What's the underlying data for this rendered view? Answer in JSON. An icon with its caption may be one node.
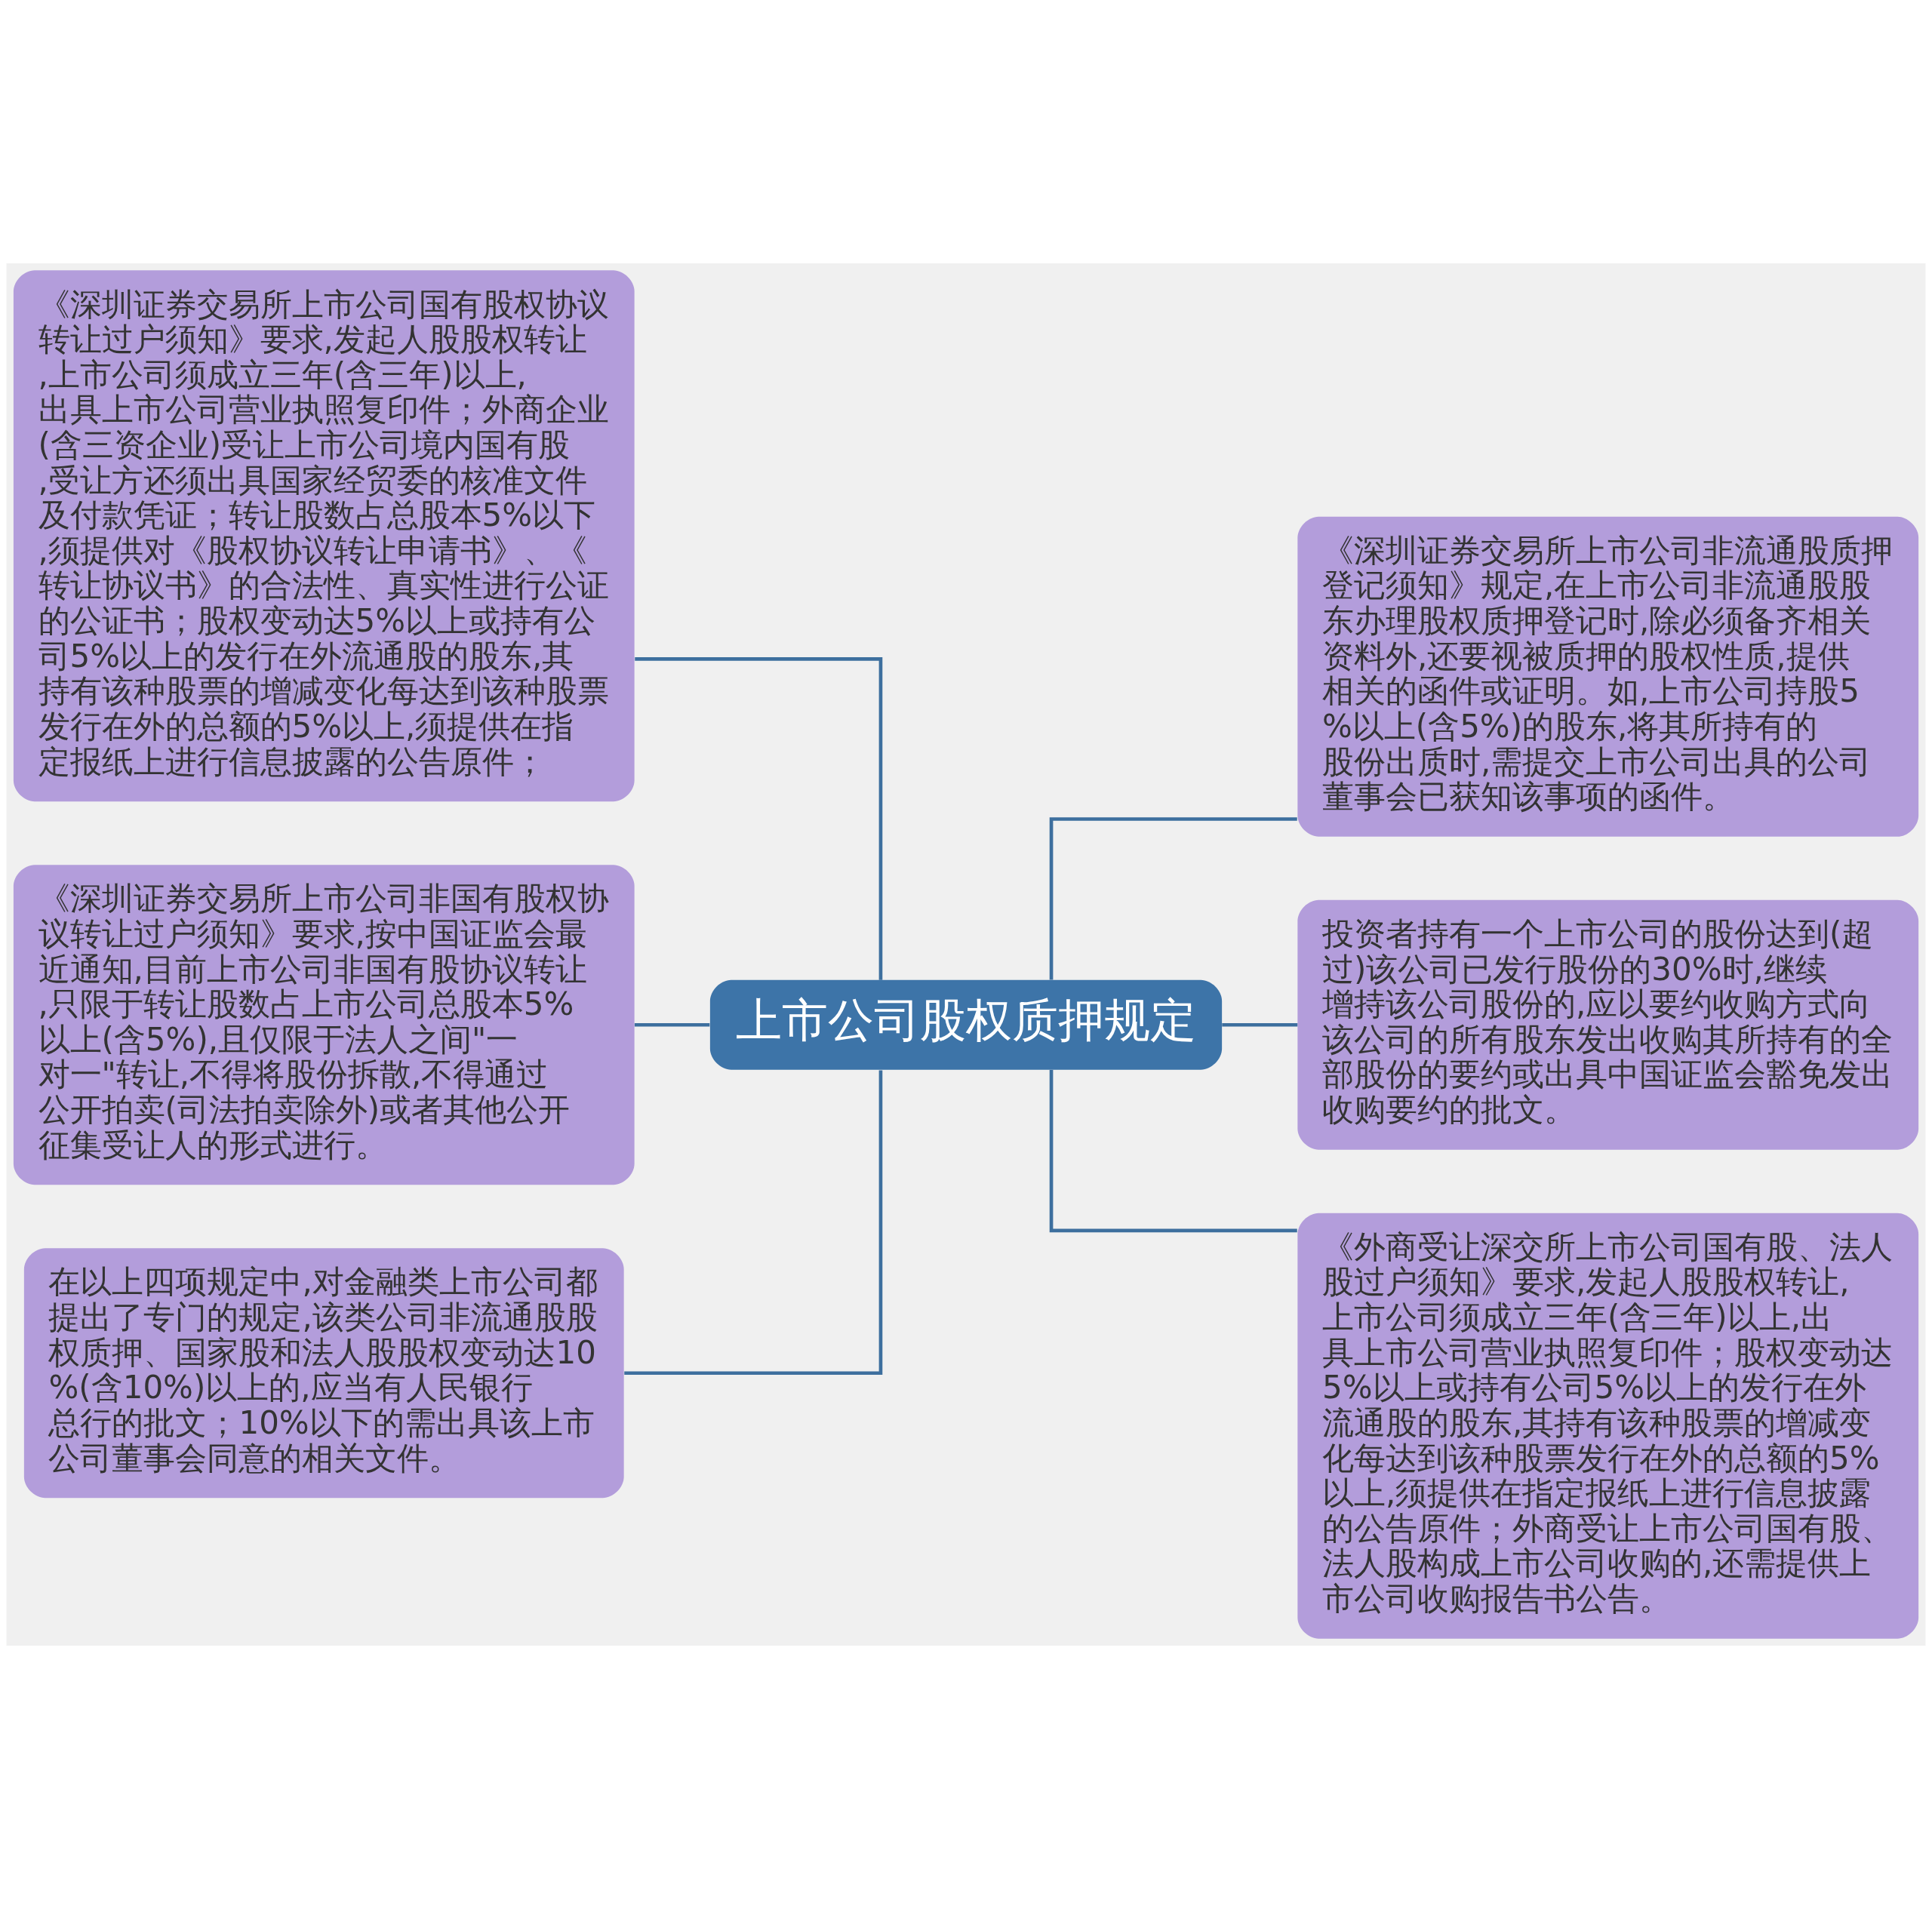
{
  "diagram": {
    "nodes": [
      {
        "text": [
          "上市公司股权质押规定"
        ]
      },
      {
        "text": [
          "《深圳证券交易所上市公司国有股权协议转让过户须知》要求,发起人股股权转让,上市公司须成立三年(含三年)以上,出具上市公司营业执照复印件；外商企业(含三资企业)受让上市公司境内国有股,受让方还须出具国家经贸委的核准文件及付款凭证；转让股数占总股本5%以下,须提供对《股权协议转让申请书》、《转让协议书》的合法性、真实性进行公证的公证书；股权变动达5%以上或持有公司5%以上的发行在外流通股的股东,其持有该种股票的增减变化每达到该种股票发行在外的总额的5%以上,须提供在指定报纸上进行信息披露的公告原件；"
        ]
      },
      {
        "text": [
          "《深圳证券交易所上市公司非国有股权协议转让过户须知》要求,按中国证监会最近通知,目前上市公司非国有股协议转让,只限于转让股数占上市公司总股本5%以上(含5%),且仅限于法人之间\"一对一\"转让,不得将股份拆散,不得通过公开拍卖(司法拍卖除外)或者其他公开征集受让人的形式进行。"
        ]
      },
      {
        "text": [
          "在以上四项规定中,对金融类上市公司都提出了专门的规定,该类公司非流通股股权质押、国家股和法人股股权变动达10%(含10%)以上的,应当有人民银行总行的批文；10%以下的需出具该上市公司董事会同意的相关文件。"
        ]
      },
      {
        "text": [
          "《深圳证券交易所上市公司非流通股质押登记须知》规定,在上市公司非流通股股东办理股权质押登记时,除必须备齐相关资料外,还要视被质押的股权性质,提供相关的函件或证明。如,上市公司持股5%以上(含5%)的股东,将其所持有的股份出质时,需提交上市公司出具的公司董事会已获知该事项的函件。"
        ]
      },
      {
        "text": [
          "投资者持有一个上市公司的股份达到(超过)该公司已发行股份的30%时,继续增持该公司股份的,应以要约收购方式向该公司的所有股东发出收购其所持有的全部股份的要约或出具中国证监会豁免发出收购要约的批文。"
        ]
      },
      {
        "text": [
          "《外商受让深交所上市公司国有股、法人股过户须知》要求,发起人股股权转让,上市公司须成立三年(含三年)以上,出具上市公司营业执照复印件；股权变动达5%以上或持有公司5%以上的发行在外流通股的股东,其持有该种股票的增减变化每达到该种股票发行在外的总额的5%以上,须提供在指定报纸上进行信息披露的公告原件；外商受让上市公司国有股、法人股构成上市公司收购的,还需提供上市公司收购报告书公告。"
        ]
      }
    ],
    "edges": [
      {
        "from": 0,
        "to": 1,
        "arrow": "none"
      },
      {
        "from": 0,
        "to": 2,
        "arrow": "none"
      },
      {
        "from": 0,
        "to": 3,
        "arrow": "none"
      },
      {
        "from": 0,
        "to": 4,
        "arrow": "none"
      },
      {
        "from": 0,
        "to": 5,
        "arrow": "none"
      },
      {
        "from": 0,
        "to": 6,
        "arrow": "none"
      }
    ]
  }
}
